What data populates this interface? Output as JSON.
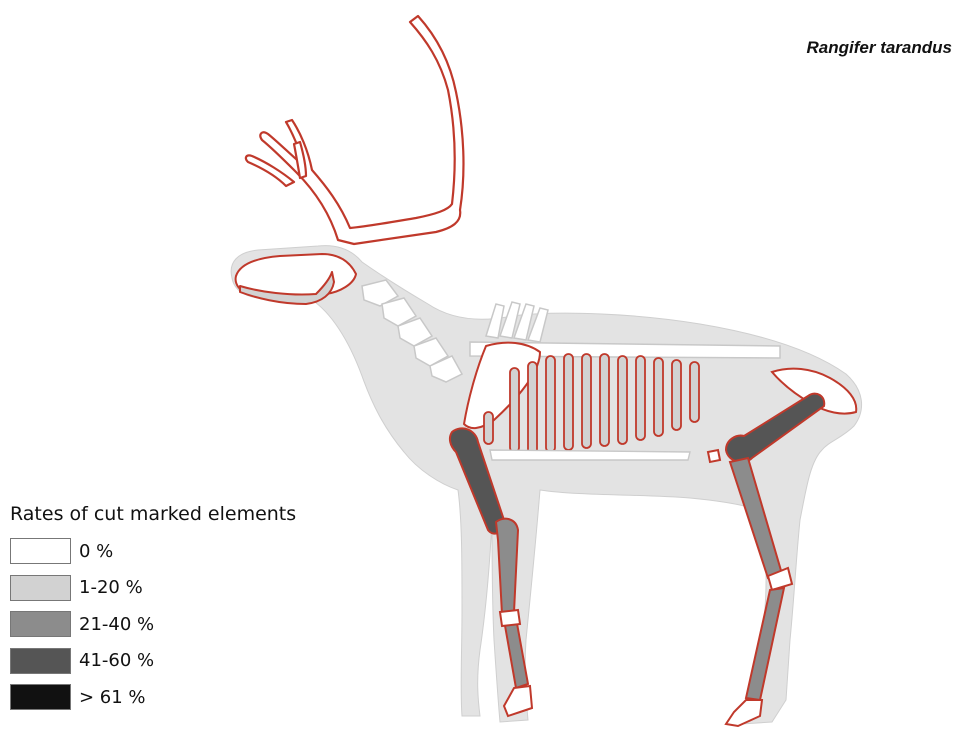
{
  "figure": {
    "species": "Rangifer tarandus",
    "colors": {
      "silhouette": "#e3e3e3",
      "bone_outline": "#c0392b",
      "bone_0": "#ffffff",
      "bone_1_20": "#d2d2d2",
      "bone_21_40": "#8c8c8c",
      "bone_41_60": "#555555",
      "bone_61_plus": "#111111"
    }
  },
  "legend": {
    "title": "Rates of cut marked elements",
    "items": [
      {
        "label": "0 %",
        "color": "#ffffff"
      },
      {
        "label": "1-20 %",
        "color": "#d2d2d2"
      },
      {
        "label": "21-40 %",
        "color": "#8c8c8c"
      },
      {
        "label": "41-60 %",
        "color": "#555555"
      },
      {
        "label": "> 61 %",
        "color": "#111111"
      }
    ]
  }
}
